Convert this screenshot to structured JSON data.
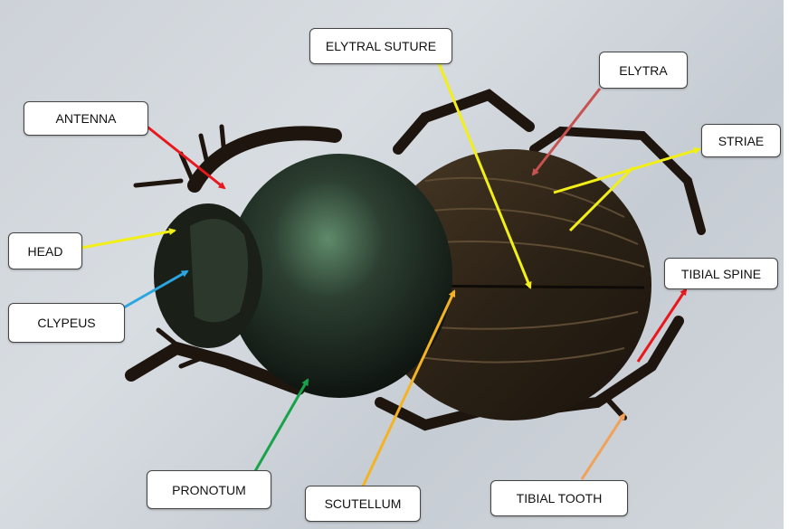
{
  "labels": {
    "antenna": "ANTENNA",
    "head": "HEAD",
    "clypeus": "CLYPEUS",
    "pronotum": "PRONOTUM",
    "scutellum": "SCUTELLUM",
    "elytral_suture": "ELYTRAL SUTURE",
    "elytra": "ELYTRA",
    "striae": "STRIAE",
    "tibial_spine": "TIBIAL SPINE",
    "tibial_tooth": "TIBIAL TOOTH"
  },
  "arrow_colors": {
    "antenna": "#e8181c",
    "head": "#f2ef18",
    "clypeus": "#2aa6e0",
    "pronotum": "#17a34a",
    "scutellum": "#f5b324",
    "elytral_suture": "#f2ef18",
    "elytra": "#c8524f",
    "striae": "#f2ef18",
    "tibial_spine": "#e8181c",
    "tibial_tooth": "#f0a25a"
  }
}
